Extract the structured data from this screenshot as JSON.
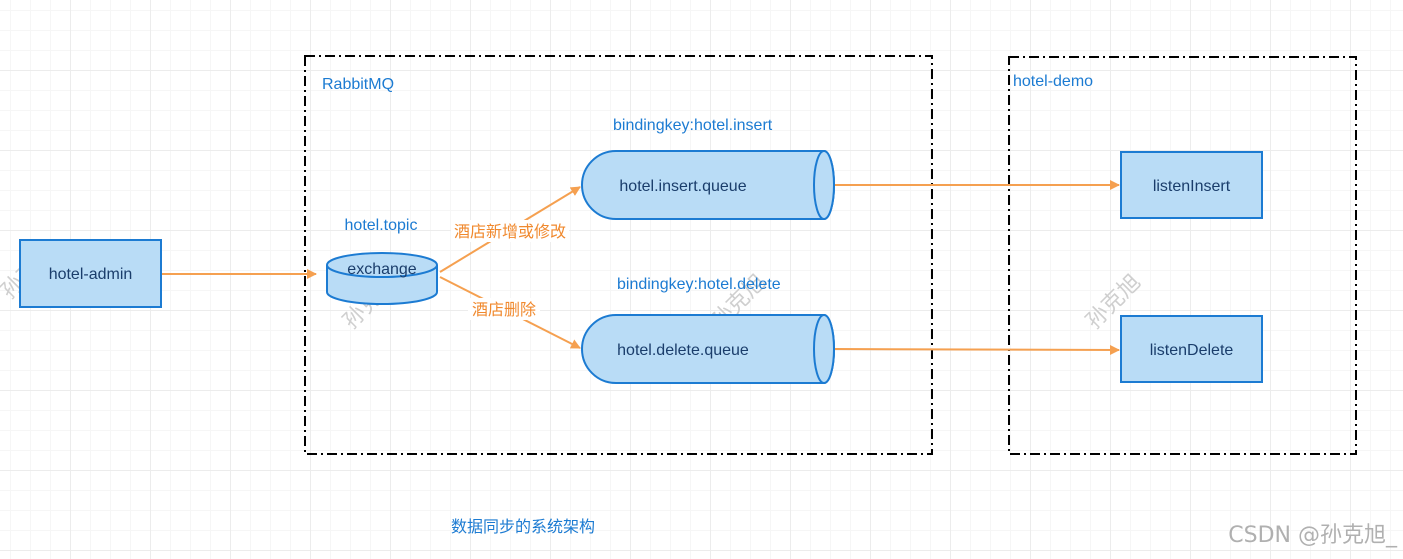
{
  "diagram": {
    "groups": {
      "rabbitmq": "RabbitMQ",
      "hotel_demo": "hotel-demo"
    },
    "nodes": {
      "hotel_admin": "hotel-admin",
      "exchange_name": "hotel.topic",
      "exchange": "exchange",
      "insert_queue": "hotel.insert.queue",
      "delete_queue": "hotel.delete.queue",
      "listen_insert": "listenInsert",
      "listen_delete": "listenDelete"
    },
    "binding_keys": {
      "insert": "bindingkey:hotel.insert",
      "delete": "bindingkey:hotel.delete"
    },
    "edge_labels": {
      "insert": "酒店新增或修改",
      "delete": "酒店删除"
    },
    "caption": "数据同步的系统架构"
  },
  "watermark": "孙克旭",
  "credit": "CSDN @孙克旭_",
  "colors": {
    "box_fill": "#b9dcf6",
    "box_stroke": "#1c7bd2",
    "arrow": "#f5a050",
    "label_blue": "#1c7bd2",
    "edge_label": "#f0892e"
  }
}
